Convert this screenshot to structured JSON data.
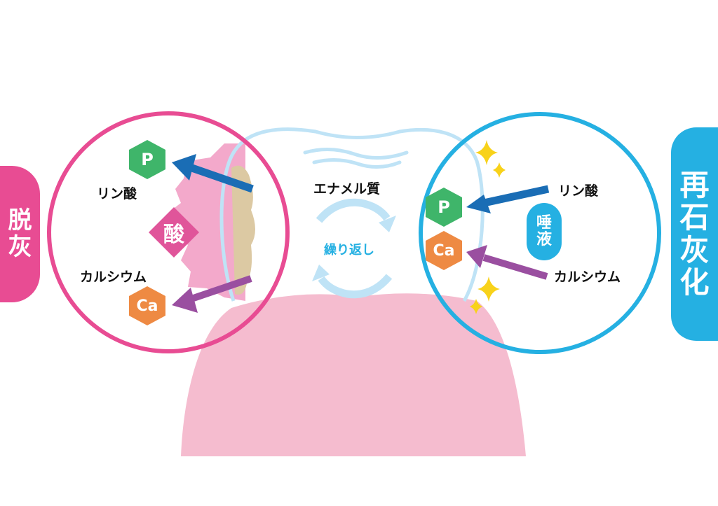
{
  "title_left": [
    "脱",
    "灰"
  ],
  "title_right": [
    "再",
    "石",
    "灰",
    "化"
  ],
  "center": {
    "enamel": "エナメル質",
    "cycle": "繰り返し"
  },
  "left_panel": {
    "phosphate": "リン酸",
    "calcium": "カルシウム",
    "acid": "酸",
    "p_symbol": "P",
    "ca_symbol": "Ca"
  },
  "right_panel": {
    "phosphate": "リン酸",
    "calcium": "カルシウム",
    "saliva": [
      "唾",
      "液"
    ],
    "p_symbol": "P",
    "ca_symbol": "Ca"
  },
  "colors": {
    "pink": "#e84c93",
    "blue": "#25b0e2",
    "gum": "#f5bccf",
    "enamel": "#bfe3f6",
    "green": "#3fb56a",
    "orange": "#ee8a43",
    "arrow_blue": "#1a6db5",
    "arrow_purple": "#9a4fa0",
    "sparkle": "#f8d21a"
  }
}
